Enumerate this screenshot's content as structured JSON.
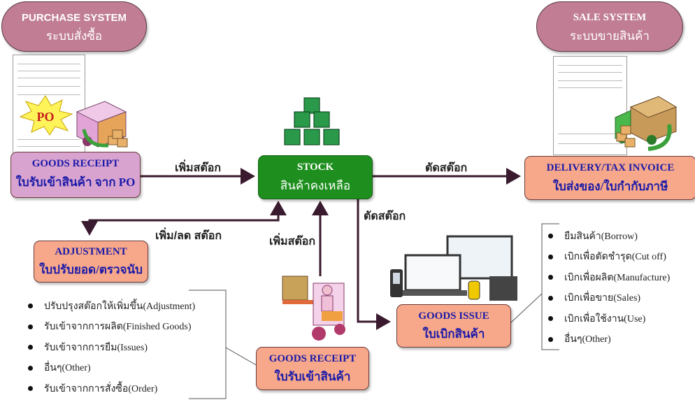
{
  "purchase_system": {
    "title": "PURCHASE SYSTEM",
    "subtitle": "ระบบสั่งซื้อ"
  },
  "sale_system": {
    "title": "SALE SYSTEM",
    "subtitle": "ระบบขายสินค้า"
  },
  "goods_receipt_po": {
    "title": "GOODS RECEIPT",
    "subtitle": "ใบรับเข้าสินค้า จาก PO"
  },
  "stock": {
    "title": "STOCK",
    "subtitle": "สินค้าคงเหลือ"
  },
  "delivery": {
    "title": "DELIVERY/TAX INVOICE",
    "subtitle": "ใบส่งของ/ใบกำกับภาษี"
  },
  "adjustment": {
    "title": "ADJUSTMENT",
    "subtitle": "ใบปรับยอด/ตรวจนับ"
  },
  "goods_receipt": {
    "title": "GOODS RECEIPT",
    "subtitle": "ใบรับเข้าสินค้า"
  },
  "goods_issue": {
    "title": "GOODS ISSUE",
    "subtitle": "ใบเบิกสินค้า"
  },
  "po_badge": "PO",
  "edges": {
    "receipt_to_stock": "เพิ่มสต๊อก",
    "stock_to_delivery": "ตัดสต๊อก",
    "stock_to_issue": "ตัดสต๊อก",
    "adjustment": "เพิ่ม/ลด สต๊อก",
    "receipt_up": "เพิ่มสต๊อก"
  },
  "receipt_reasons": [
    "ปรับปรุงสต๊อกให้เพิ่มขึ้น(Adjustment)",
    "รับเข้าจากการผลิต(Finished Goods)",
    "รับเข้าจากการยืม(Issues)",
    "อื่นๆ(Other)",
    "รับเข้าจากการสั่งซื้อ(Order)"
  ],
  "issue_reasons": [
    "ยืมสินค้า(Borrow)",
    "เบิกเพื่อตัดชำรุด(Cut off)",
    "เบิกเพื่อผลิต(Manufacture)",
    "เบิกเพื่อขาย(Sales)",
    "เบิกเพื่อใช้งาน(Use)",
    "อื่นๆ(Other)"
  ]
}
